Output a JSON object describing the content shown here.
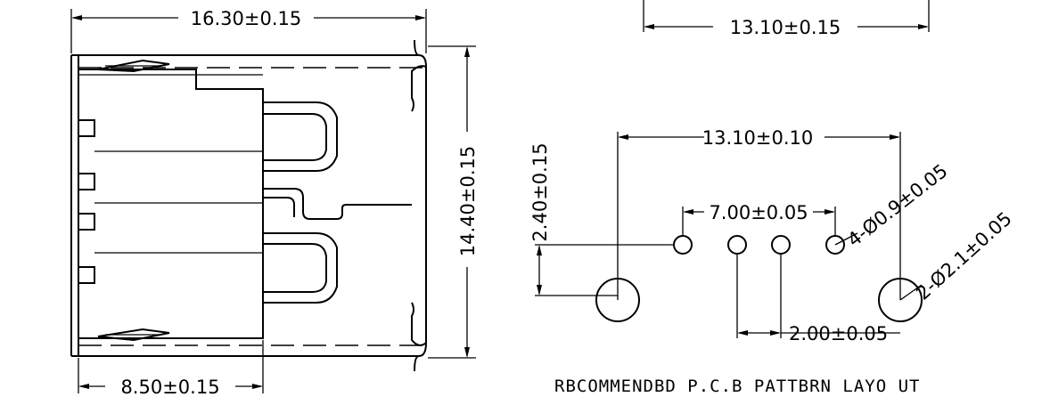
{
  "side_view": {
    "width_label": "16.30±0.15",
    "height_label": "14.40±0.15",
    "offset_label": "8.50±0.15"
  },
  "pcb_layout": {
    "top_width_label": "13.10±0.15",
    "large_hole_spacing_label": "13.10±0.10",
    "small_hole_span_label": "7.00±0.05",
    "vertical_offset_label": "2.40±0.15",
    "inner_hole_spacing_label": "2.00±0.05",
    "small_hole_callout": "4-Ø0.9±0.05",
    "large_hole_callout": "2-Ø2.1±0.05",
    "caption": "RBCOMMENDBD P.C.B PATTBRN LAYO UT"
  }
}
